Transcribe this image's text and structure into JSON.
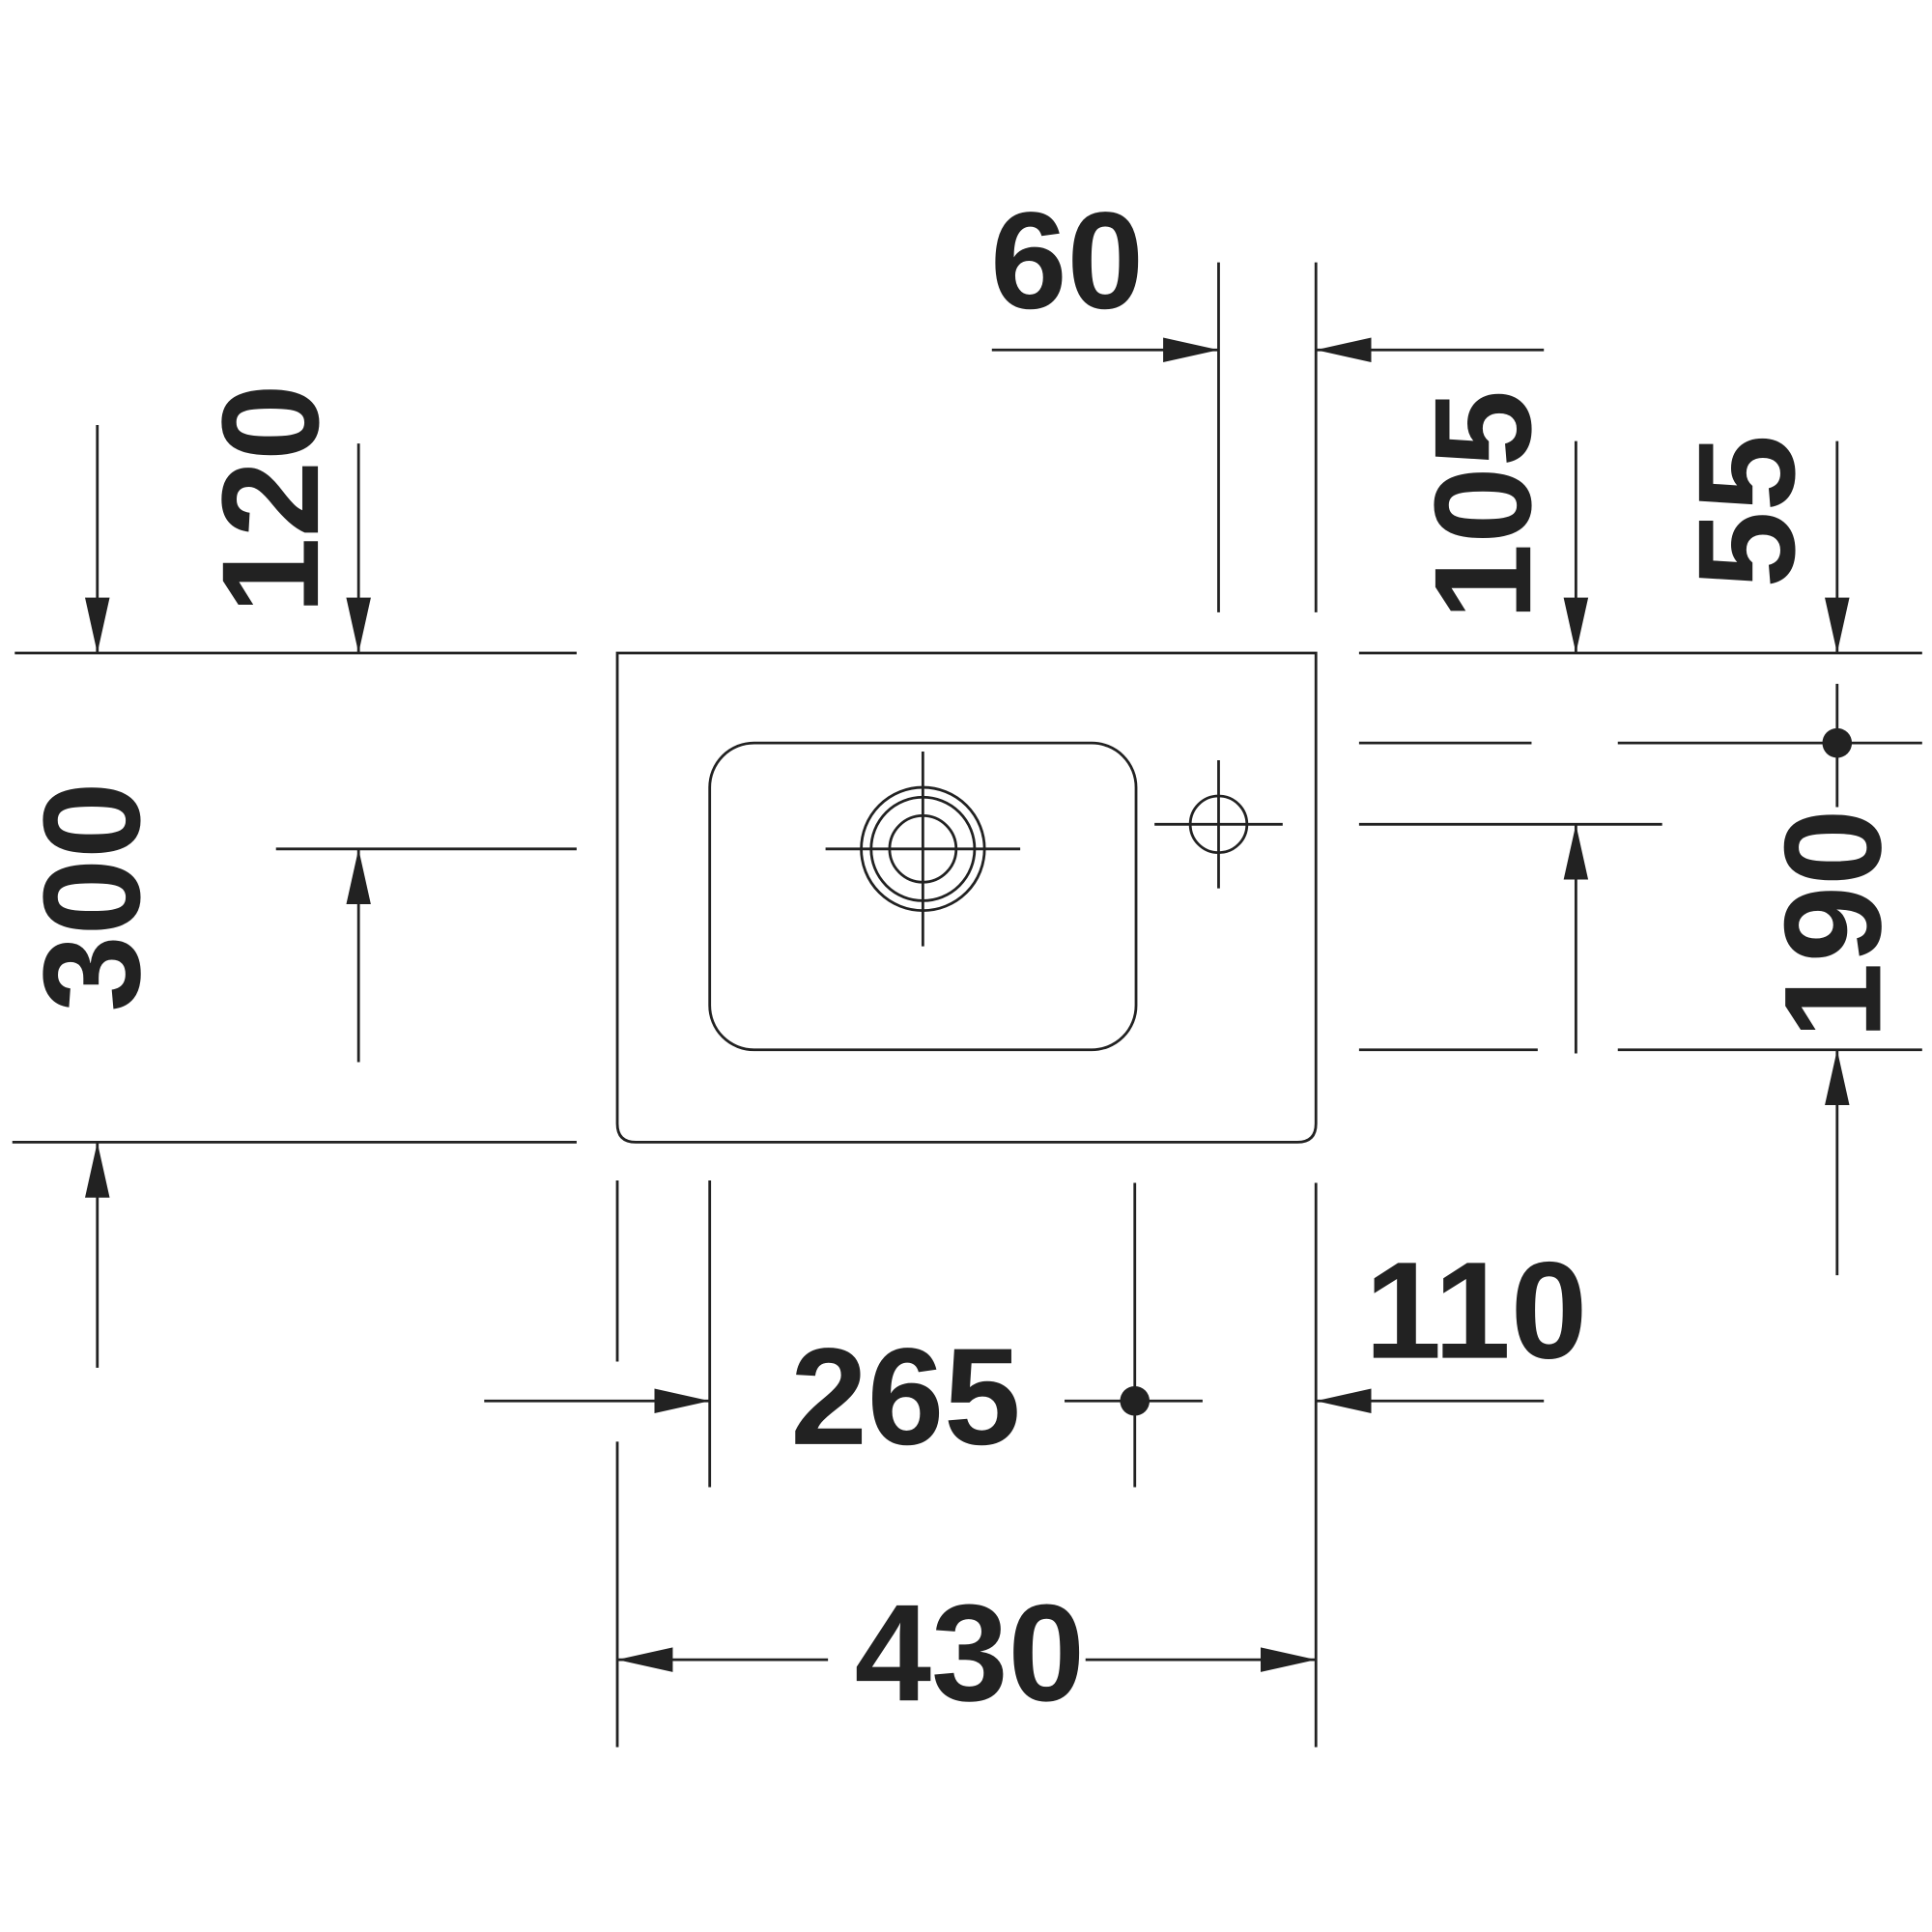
{
  "title": "Washbasin dimension drawing (top view)",
  "dimensions": {
    "tap_hole_offset": "60",
    "overflow_depth": "120",
    "depth_total": "300",
    "tap_hole_depth": "105",
    "fixing_depth": "55",
    "fixing_spacing": "190",
    "bowl_offset": "265",
    "fixing_side_offset": "110",
    "width_total": "430"
  },
  "colors": {
    "line": "#222222",
    "background": "#ffffff"
  }
}
